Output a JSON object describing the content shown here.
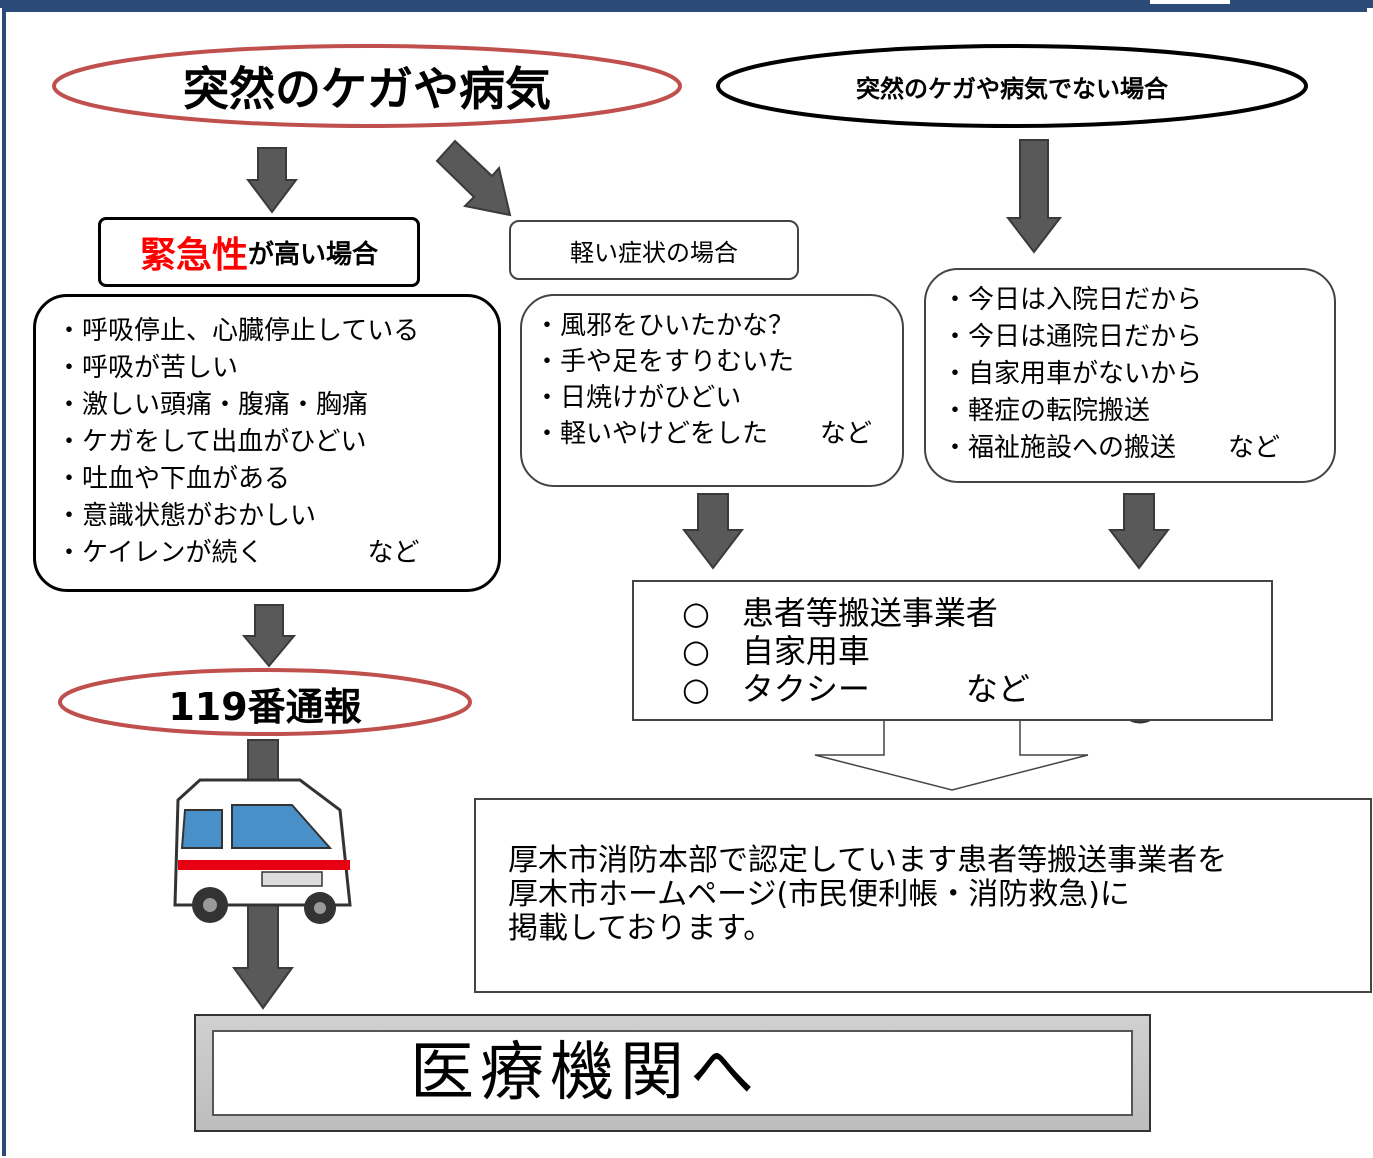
{
  "left_header": "突然のケガや病気",
  "right_header": "突然のケガや病気でない場合",
  "urgent_box": {
    "emphasis": "緊急性",
    "rest": "が高い場合"
  },
  "mild_box": "軽い症状の場合",
  "urgent_symptoms": [
    "・呼吸停止、心臓停止している",
    "・呼吸が苦しい",
    "・激しい頭痛・腹痛・胸痛",
    "・ケガをして出血がひどい",
    "・吐血や下血がある",
    "・意識状態がおかしい",
    "・ケイレンが続く　　　　など"
  ],
  "mild_symptoms": [
    "・風邪をひいたかな？",
    "・手や足をすりむいた",
    "・日焼けがひどい",
    "・軽いやけどをした　　など"
  ],
  "non_emergency_reasons": [
    "・今日は入院日だから",
    "・今日は通院日だから",
    "・自家用車がないから",
    "・軽症の転院搬送",
    "・福祉施設への搬送　　など"
  ],
  "transport_options": [
    "○　患者等搬送事業者",
    "○　自家用車",
    "○　タクシー　　　など"
  ],
  "call_119": "119番通報",
  "info_text": [
    "厚木市消防本部で認定しています患者等搬送事業者を",
    "厚木市ホームページ(市民便利帳・消防救急)に",
    "掲載しております。"
  ],
  "destination": "医療機関へ",
  "colors": {
    "frame": "#2b4a78",
    "ellipse_red": "#c0504d",
    "emphasis_red": "#ff0000",
    "arrow_gray": "#595959",
    "cross_red": "#e60012"
  },
  "icons": [
    "ambulance-icon",
    "wheelchair-caregiver-icon",
    "hospital-building-icon",
    "red-cross-icon"
  ]
}
